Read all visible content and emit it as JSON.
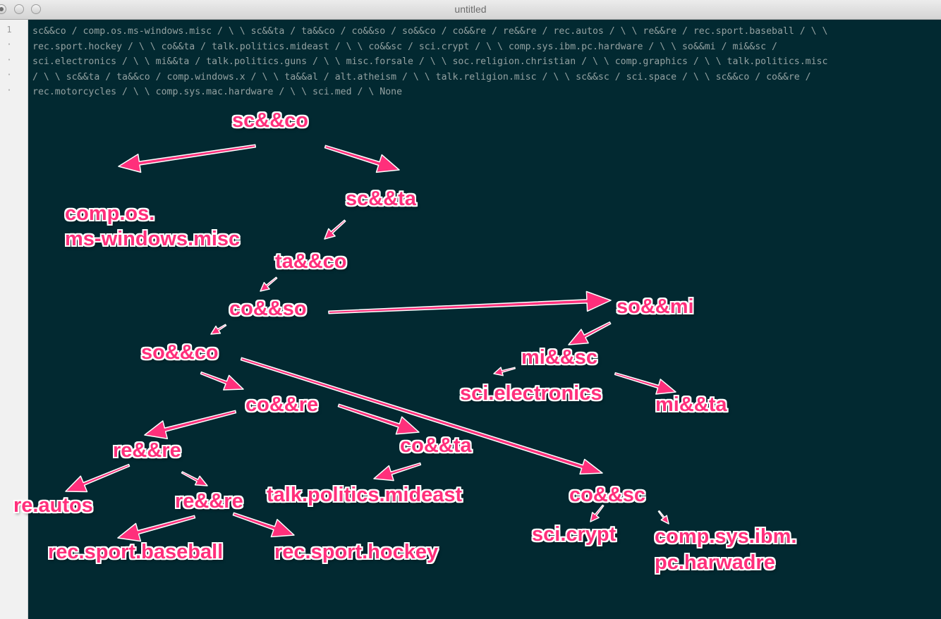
{
  "window": {
    "title": "untitled"
  },
  "gutter": {
    "line_number": "1",
    "wrap_marks": [
      "·",
      "·",
      "·",
      "·"
    ]
  },
  "code_lines": [
    "sc&&co / comp.os.ms-windows.misc / \\ \\ sc&&ta / ta&&co / co&&so / so&&co / co&&re / re&&re / rec.autos / \\ \\ re&&re / rec.sport.baseball / \\ \\",
    "rec.sport.hockey / \\ \\ co&&ta / talk.politics.mideast / \\ \\ co&&sc / sci.crypt / \\ \\ comp.sys.ibm.pc.hardware / \\ \\ so&&mi / mi&&sc /",
    "sci.electronics / \\ \\ mi&&ta / talk.politics.guns / \\ \\ misc.forsale / \\ \\ soc.religion.christian / \\ \\ comp.graphics / \\ \\ talk.politics.misc",
    "/ \\ \\ sc&&ta / ta&&co / comp.windows.x / \\ \\ ta&&al / alt.atheism / \\ \\ talk.religion.misc / \\ \\ sc&&sc / sci.space / \\ \\ sc&&co / co&&re /",
    "rec.motorcycles / \\ \\ comp.sys.mac.hardware / \\ \\ sci.med / \\ None"
  ],
  "tree_nodes": {
    "sc_co": "sc&&co",
    "comp_os_1": "comp.os.",
    "comp_os_2": "ms-windows.misc",
    "sc_ta": "sc&&ta",
    "ta_co": "ta&&co",
    "co_so": "co&&so",
    "so_mi": "so&&mi",
    "so_co": "so&&co",
    "mi_sc": "mi&&sc",
    "sci_electronics": "sci.electronics",
    "mi_ta": "mi&&ta",
    "co_re": "co&&re",
    "re_re_1": "re&&re",
    "co_ta": "co&&ta",
    "re_autos": "re.autos",
    "re_re_2": "re&&re",
    "talk_mideast": "talk.politics.mideast",
    "co_sc": "co&&sc",
    "rec_baseball": "rec.sport.baseball",
    "rec_hockey": "rec.sport.hockey",
    "sci_crypt": "sci.crypt",
    "comp_sys_1": "comp.sys.ibm.",
    "comp_sys_2": "pc.harwadre"
  },
  "colors": {
    "editor_bg": "#022931",
    "code_text": "#93a1a1",
    "annotation": "#ff2f7b",
    "annotation_outline": "#ffffff"
  }
}
